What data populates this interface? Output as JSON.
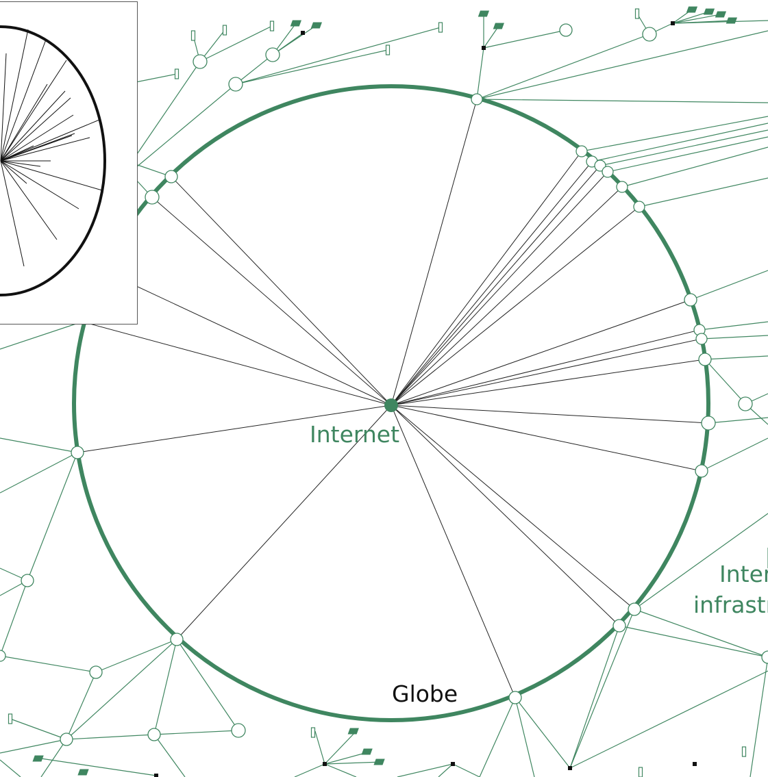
{
  "labels": {
    "center": "Internet",
    "ring": "Globe",
    "infra_line1": "Inter",
    "infra_line2": "infrastr"
  },
  "colors": {
    "green": "#3f8660",
    "black": "#111111",
    "spoke": "#222222"
  }
}
